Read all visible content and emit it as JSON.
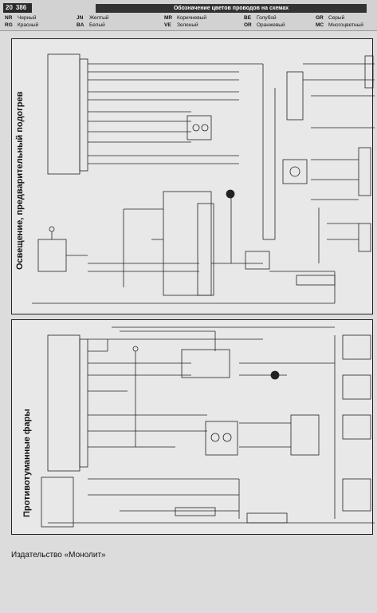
{
  "header": {
    "page_number": "20",
    "page_sub": "386",
    "legend_title": "Обозначение цветов проводов на схемах",
    "legend": [
      {
        "code": "NR",
        "name": "Черный"
      },
      {
        "code": "RG",
        "name": "Красный"
      },
      {
        "code": "JN",
        "name": "Желтый"
      },
      {
        "code": "BA",
        "name": "Белый"
      },
      {
        "code": "MR",
        "name": "Коричневый"
      },
      {
        "code": "VE",
        "name": "Зеленый"
      },
      {
        "code": "BE",
        "name": "Голубой"
      },
      {
        "code": "OR",
        "name": "Оранжевый"
      },
      {
        "code": "GR",
        "name": "Серый"
      },
      {
        "code": "MC",
        "name": "Многоцветный"
      }
    ]
  },
  "diagram1": {
    "title": "Освещение, предварительный подогрев"
  },
  "diagram2": {
    "title": "Противотуманные фары"
  },
  "footer": {
    "publisher": "Издательство «Монолит»"
  }
}
